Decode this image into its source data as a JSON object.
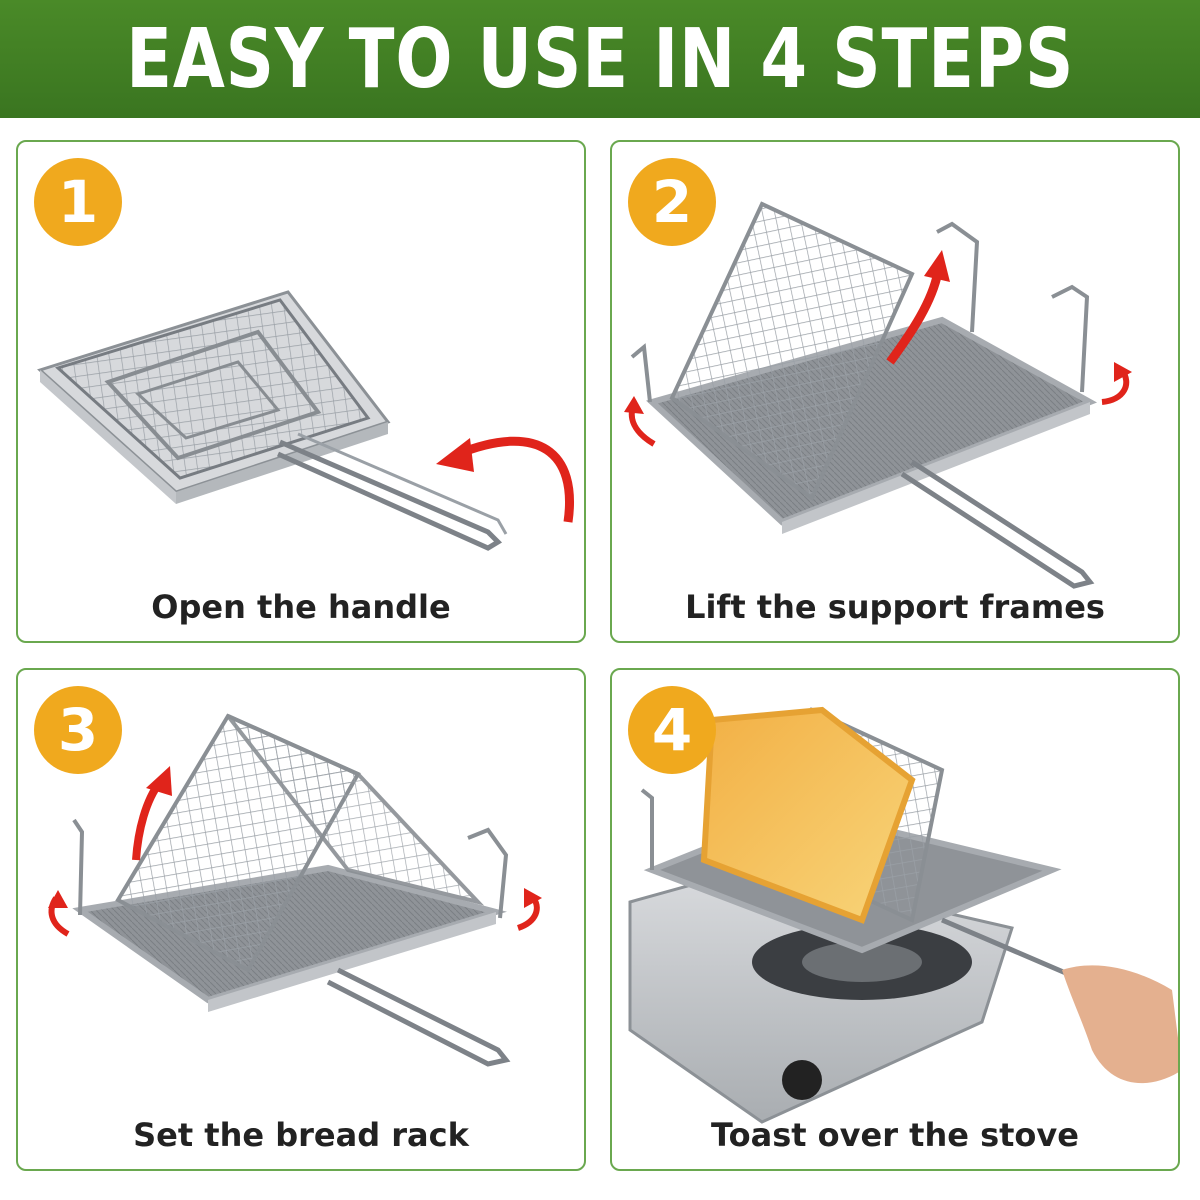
{
  "banner": {
    "title": "EASY TO USE IN 4 STEPS"
  },
  "steps": [
    {
      "number": "1",
      "caption": "Open the handle"
    },
    {
      "number": "2",
      "caption": "Lift the support frames"
    },
    {
      "number": "3",
      "caption": "Set the bread rack"
    },
    {
      "number": "4",
      "caption": "Toast over the stove"
    }
  ],
  "colors": {
    "banner": "#3f7d22",
    "border": "#6aa84f",
    "badge": "#f0a91e",
    "arrow": "#e0241b"
  }
}
